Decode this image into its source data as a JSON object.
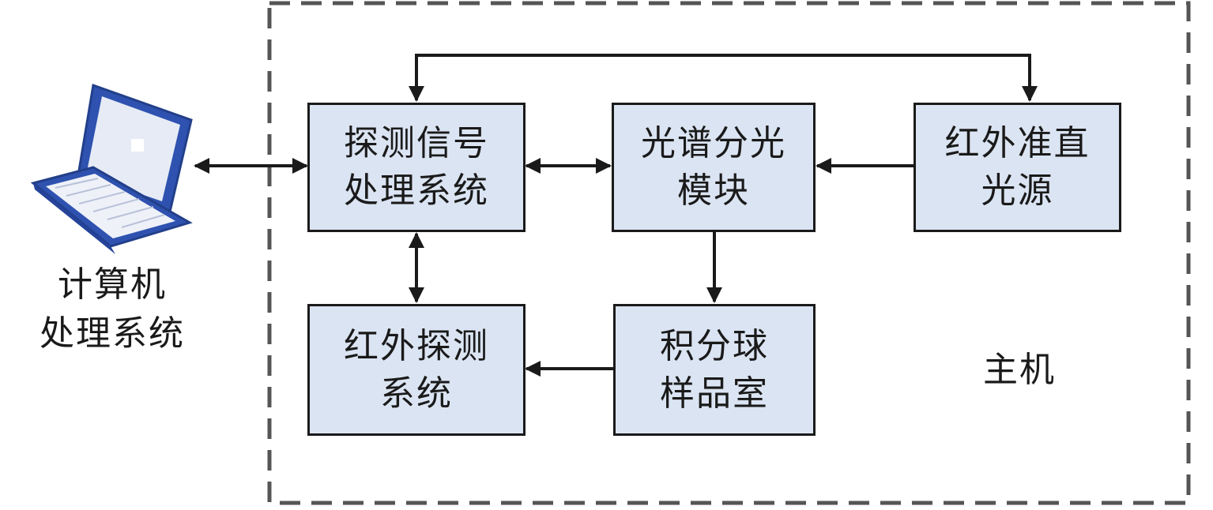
{
  "blocks": {
    "detect_signal": {
      "line1": "探测信号",
      "line2": "处理系统"
    },
    "spectral": {
      "line1": "光谱分光",
      "line2": "模块"
    },
    "ir_source": {
      "line1": "红外准直",
      "line2": "光源"
    },
    "ir_detect": {
      "line1": "红外探测",
      "line2": "系统"
    },
    "sphere": {
      "line1": "积分球",
      "line2": "样品室"
    }
  },
  "computer": {
    "line1": "计算机",
    "line2": "处理系统"
  },
  "host_label": "主机",
  "icons": {
    "computer": "laptop-icon"
  },
  "colors": {
    "box_fill": "#dbe4f2",
    "box_border": "#1a1a1a",
    "laptop_blue": "#2f52b0",
    "frame": "#555555"
  }
}
